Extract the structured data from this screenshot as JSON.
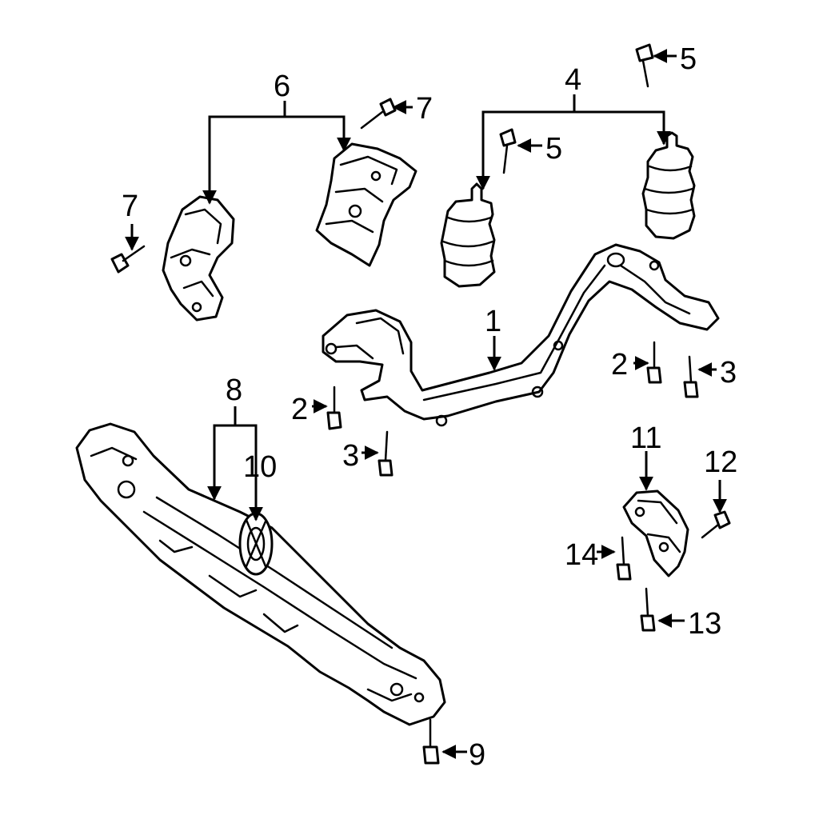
{
  "callouts": {
    "c1": "1",
    "c2a": "2",
    "c2b": "2",
    "c3a": "3",
    "c3b": "3",
    "c4": "4",
    "c5a": "5",
    "c5b": "5",
    "c6": "6",
    "c7a": "7",
    "c7b": "7",
    "c8": "8",
    "c9": "9",
    "c10": "10",
    "c11": "11",
    "c12": "12",
    "c13": "13",
    "c14": "14"
  }
}
